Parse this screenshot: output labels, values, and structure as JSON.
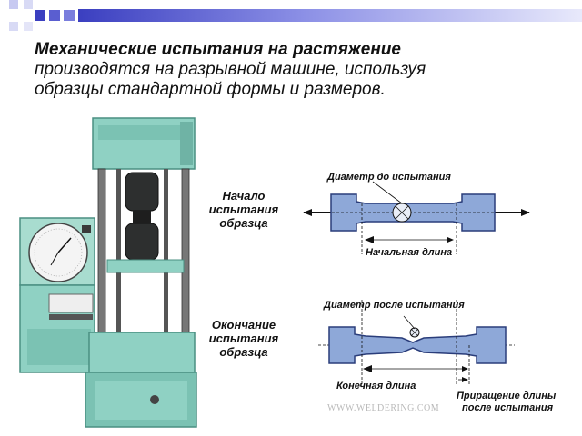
{
  "slide": {
    "title": "Механические испытания на растяжение",
    "subtitle_lines": [
      "производятся на разрывной машине, используя",
      "образцы стандартной формы и размеров."
    ]
  },
  "captions": {
    "start": [
      "Начало",
      "испытания",
      "образца"
    ],
    "end": [
      "Окончание",
      "испытания",
      "образца"
    ]
  },
  "diagram_labels": {
    "diameter_before": "Диаметр до испытания",
    "initial_length": "Начальная длина",
    "diameter_after": "Диаметр после испытания",
    "final_length": "Конечная длина",
    "elongation_line1": "Приращение длины",
    "elongation_line2": "после испытания",
    "watermark": "WWW.WELDERING.COM"
  },
  "colors": {
    "accent_blue": "#3b3fc0",
    "specimen_fill": "#8ea8d8",
    "specimen_stroke": "#2a3d7a",
    "machine_green": "#8fd1c3"
  }
}
